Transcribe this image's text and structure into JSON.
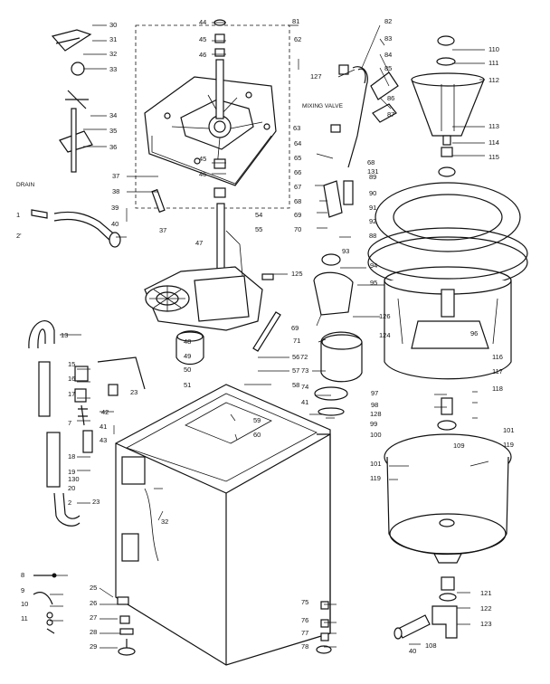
{
  "diagram": {
    "callouts": [
      {
        "id": "c30",
        "label": "30"
      },
      {
        "id": "c31",
        "label": "31"
      },
      {
        "id": "c32",
        "label": "32"
      },
      {
        "id": "c33",
        "label": "33"
      },
      {
        "id": "c34",
        "label": "34"
      },
      {
        "id": "c35",
        "label": "35"
      },
      {
        "id": "c36",
        "label": "36"
      },
      {
        "id": "c37a",
        "label": "37"
      },
      {
        "id": "c38",
        "label": "38"
      },
      {
        "id": "c37b",
        "label": "37"
      },
      {
        "id": "c39",
        "label": "39"
      },
      {
        "id": "c40",
        "label": "40"
      },
      {
        "id": "c44",
        "label": "44"
      },
      {
        "id": "c45a",
        "label": "45"
      },
      {
        "id": "c46a",
        "label": "46"
      },
      {
        "id": "c45b",
        "label": "45"
      },
      {
        "id": "c46b",
        "label": "46"
      },
      {
        "id": "c47",
        "label": "47"
      },
      {
        "id": "c81",
        "label": "81"
      },
      {
        "id": "c62",
        "label": "62"
      },
      {
        "id": "c127",
        "label": "127"
      },
      {
        "id": "c82",
        "label": "82"
      },
      {
        "id": "c83",
        "label": "83"
      },
      {
        "id": "c84",
        "label": "84"
      },
      {
        "id": "c85",
        "label": "85"
      },
      {
        "id": "c86",
        "label": "86"
      },
      {
        "id": "c87",
        "label": "87"
      },
      {
        "id": "c63",
        "label": "63"
      },
      {
        "id": "c64",
        "label": "64"
      },
      {
        "id": "c65",
        "label": "65"
      },
      {
        "id": "c66",
        "label": "66"
      },
      {
        "id": "c67",
        "label": "67"
      },
      {
        "id": "c68a",
        "label": "68"
      },
      {
        "id": "c69a",
        "label": "69"
      },
      {
        "id": "c70",
        "label": "70"
      },
      {
        "id": "c68b",
        "label": "68"
      },
      {
        "id": "c131",
        "label": "131"
      },
      {
        "id": "c89",
        "label": "89"
      },
      {
        "id": "c90",
        "label": "90"
      },
      {
        "id": "c91",
        "label": "91"
      },
      {
        "id": "c92",
        "label": "92"
      },
      {
        "id": "c88",
        "label": "88"
      },
      {
        "id": "c93",
        "label": "93"
      },
      {
        "id": "c94",
        "label": "94"
      },
      {
        "id": "c95",
        "label": "95"
      },
      {
        "id": "c110",
        "label": "110"
      },
      {
        "id": "c111",
        "label": "111"
      },
      {
        "id": "c112",
        "label": "112"
      },
      {
        "id": "c113",
        "label": "113"
      },
      {
        "id": "c114",
        "label": "114"
      },
      {
        "id": "c115",
        "label": "115"
      },
      {
        "id": "c54",
        "label": "54"
      },
      {
        "id": "c55",
        "label": "55"
      },
      {
        "id": "c125",
        "label": "125"
      },
      {
        "id": "c69b",
        "label": "69"
      },
      {
        "id": "c71",
        "label": "71"
      },
      {
        "id": "c126",
        "label": "126"
      },
      {
        "id": "c124",
        "label": "124"
      },
      {
        "id": "c96",
        "label": "96"
      },
      {
        "id": "c13",
        "label": "13"
      },
      {
        "id": "c48",
        "label": "48"
      },
      {
        "id": "c49",
        "label": "49"
      },
      {
        "id": "c50",
        "label": "50"
      },
      {
        "id": "c51",
        "label": "51"
      },
      {
        "id": "c56",
        "label": "56"
      },
      {
        "id": "c57",
        "label": "57"
      },
      {
        "id": "c58",
        "label": "58"
      },
      {
        "id": "c72",
        "label": "72"
      },
      {
        "id": "c73",
        "label": "73"
      },
      {
        "id": "c74",
        "label": "74"
      },
      {
        "id": "c41a",
        "label": "41"
      },
      {
        "id": "c128",
        "label": "128"
      },
      {
        "id": "c99",
        "label": "99"
      },
      {
        "id": "c97",
        "label": "97"
      },
      {
        "id": "c98",
        "label": "98"
      },
      {
        "id": "c116",
        "label": "116"
      },
      {
        "id": "c117",
        "label": "117"
      },
      {
        "id": "c118",
        "label": "118"
      },
      {
        "id": "c101a",
        "label": "101"
      },
      {
        "id": "c119a",
        "label": "119"
      },
      {
        "id": "c100",
        "label": "100"
      },
      {
        "id": "c109",
        "label": "109"
      },
      {
        "id": "c101b",
        "label": "101"
      },
      {
        "id": "c119b",
        "label": "119"
      },
      {
        "id": "c15",
        "label": "15"
      },
      {
        "id": "c16",
        "label": "16"
      },
      {
        "id": "c17",
        "label": "17"
      },
      {
        "id": "c7",
        "label": "7"
      },
      {
        "id": "c18",
        "label": "18"
      },
      {
        "id": "c19",
        "label": "19"
      },
      {
        "id": "c130",
        "label": "130"
      },
      {
        "id": "c20",
        "label": "20"
      },
      {
        "id": "c2",
        "label": "2"
      },
      {
        "id": "c23a",
        "label": "23"
      },
      {
        "id": "c42",
        "label": "42"
      },
      {
        "id": "c41b",
        "label": "41"
      },
      {
        "id": "c43",
        "label": "43"
      },
      {
        "id": "c59",
        "label": "59"
      },
      {
        "id": "c60",
        "label": "60"
      },
      {
        "id": "c23b",
        "label": "23"
      },
      {
        "id": "c32b",
        "label": "32"
      },
      {
        "id": "c25",
        "label": "25"
      },
      {
        "id": "c26",
        "label": "26"
      },
      {
        "id": "c27",
        "label": "27"
      },
      {
        "id": "c28",
        "label": "28"
      },
      {
        "id": "c29",
        "label": "29"
      },
      {
        "id": "c8",
        "label": "8"
      },
      {
        "id": "c9",
        "label": "9"
      },
      {
        "id": "c10",
        "label": "10"
      },
      {
        "id": "c11",
        "label": "11"
      },
      {
        "id": "c75",
        "label": "75"
      },
      {
        "id": "c76",
        "label": "76"
      },
      {
        "id": "c77",
        "label": "77"
      },
      {
        "id": "c78",
        "label": "78"
      },
      {
        "id": "c121",
        "label": "121"
      },
      {
        "id": "c122",
        "label": "122"
      },
      {
        "id": "c123",
        "label": "123"
      },
      {
        "id": "c40b",
        "label": "40"
      },
      {
        "id": "c108",
        "label": "108"
      },
      {
        "id": "c1",
        "label": "1"
      },
      {
        "id": "c2b",
        "label": "2'"
      }
    ],
    "text_labels": {
      "drain": "DRAIN",
      "mixing_valve": "MIXING VALVE"
    }
  }
}
